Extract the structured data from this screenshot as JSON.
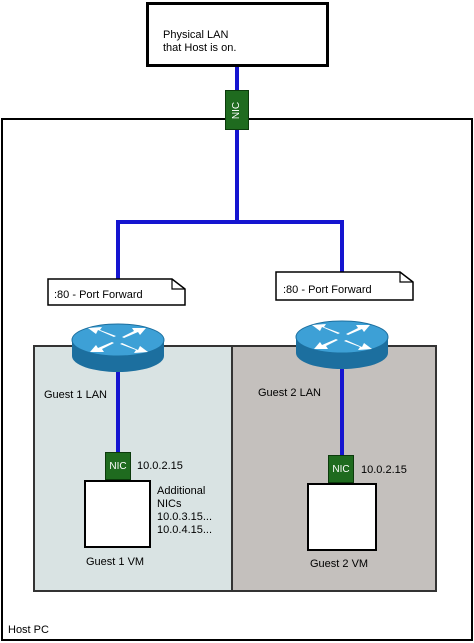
{
  "physical_lan": {
    "line1": "Physical LAN",
    "line2": "that Host is on."
  },
  "host_nic": {
    "label": "NIC"
  },
  "host_pc": {
    "label": "Host PC"
  },
  "port_forward_1": {
    "label": ":80 - Port Forward"
  },
  "port_forward_2": {
    "label": ":80 - Port Forward"
  },
  "guest1": {
    "lan_label": "Guest 1 LAN",
    "nic_label": "NIC",
    "ip": "10.0.2.15",
    "additional": [
      "Additional",
      "NICs",
      "10.0.3.15...",
      "10.0.4.15..."
    ],
    "vm_label": "Guest 1 VM"
  },
  "guest2": {
    "lan_label": "Guest 2 LAN",
    "nic_label": "NIC",
    "ip": "10.0.2.15",
    "vm_label": "Guest 2 VM"
  },
  "colors": {
    "link": "#1515d0",
    "nic": "#1f6b1f",
    "router": "#2e8fc4",
    "guest1_bg": "#d9e3e3",
    "guest2_bg": "#c4c0bd"
  },
  "icons": [
    "router-icon",
    "note-page-icon"
  ]
}
